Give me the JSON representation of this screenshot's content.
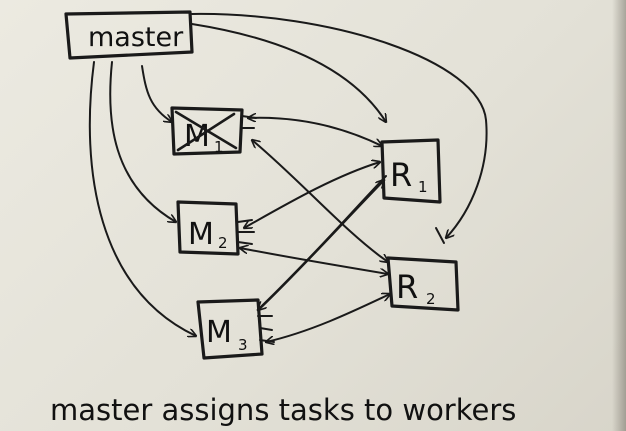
{
  "diagram": {
    "nodes": {
      "master": {
        "label": "master"
      },
      "m1": {
        "label": "M",
        "sub": "1",
        "crossed_out": true
      },
      "m2": {
        "label": "M",
        "sub": "2"
      },
      "m3": {
        "label": "M",
        "sub": "3"
      },
      "r1": {
        "label": "R",
        "sub": "1"
      },
      "r2": {
        "label": "R",
        "sub": "2"
      }
    },
    "edges": [
      {
        "from": "master",
        "to": "m1"
      },
      {
        "from": "master",
        "to": "m2"
      },
      {
        "from": "master",
        "to": "m3"
      },
      {
        "from": "master",
        "to": "r1"
      },
      {
        "from": "master",
        "to": "r2"
      },
      {
        "from": "m1",
        "to": "r1",
        "bidirectional": true
      },
      {
        "from": "m1",
        "to": "r2",
        "bidirectional": true
      },
      {
        "from": "m2",
        "to": "r1",
        "bidirectional": true
      },
      {
        "from": "m2",
        "to": "r2",
        "bidirectional": true
      },
      {
        "from": "m3",
        "to": "r1",
        "bidirectional": true
      },
      {
        "from": "m3",
        "to": "r2",
        "bidirectional": true
      }
    ]
  },
  "caption": "master assigns tasks to workers",
  "colors": {
    "ink": "#1a1a1a",
    "board": "#e6e4da"
  }
}
